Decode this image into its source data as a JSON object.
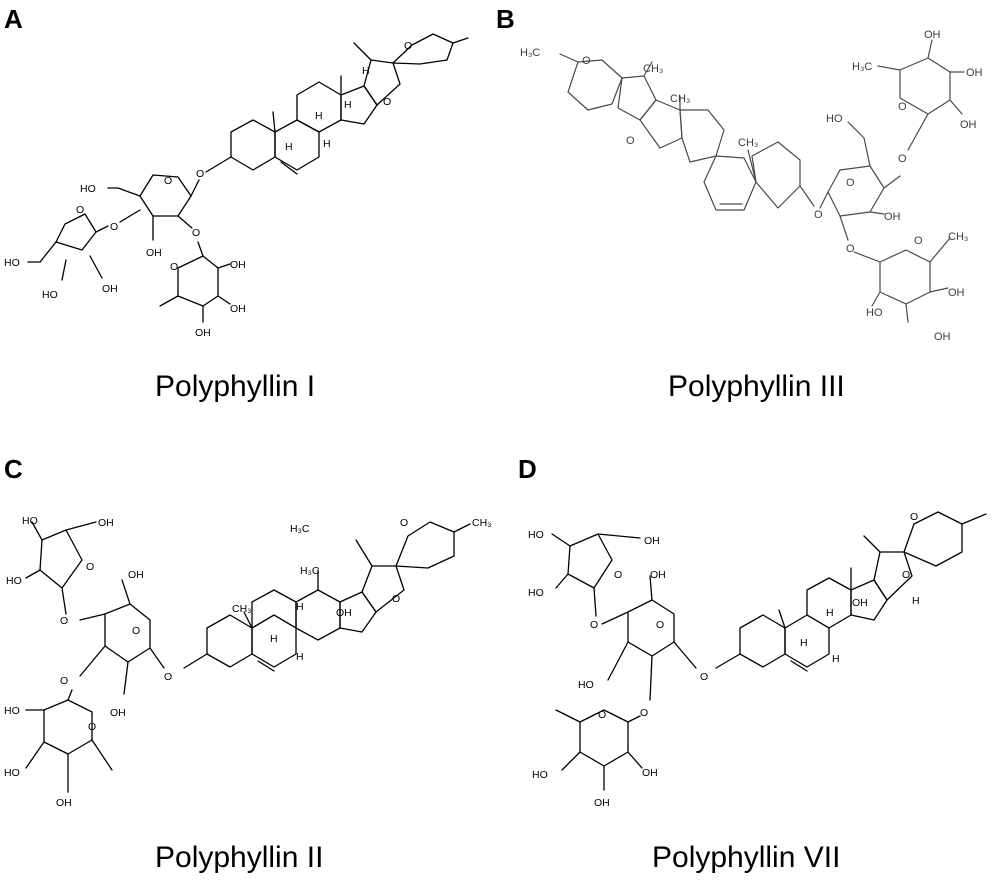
{
  "panels": [
    {
      "letter": "A",
      "name": "Polyphyllin I"
    },
    {
      "letter": "B",
      "name": "Polyphyllin III"
    },
    {
      "letter": "C",
      "name": "Polyphyllin II"
    },
    {
      "letter": "D",
      "name": "Polyphyllin VII"
    }
  ],
  "atoms": {
    "O": "O",
    "OH": "OH",
    "HO": "HO",
    "H": "H",
    "CH3": "CH₃",
    "H3C": "H₃C"
  },
  "colors": {
    "ink": "#000000",
    "ink_gray": "#4a4a4a",
    "background": "#ffffff"
  }
}
